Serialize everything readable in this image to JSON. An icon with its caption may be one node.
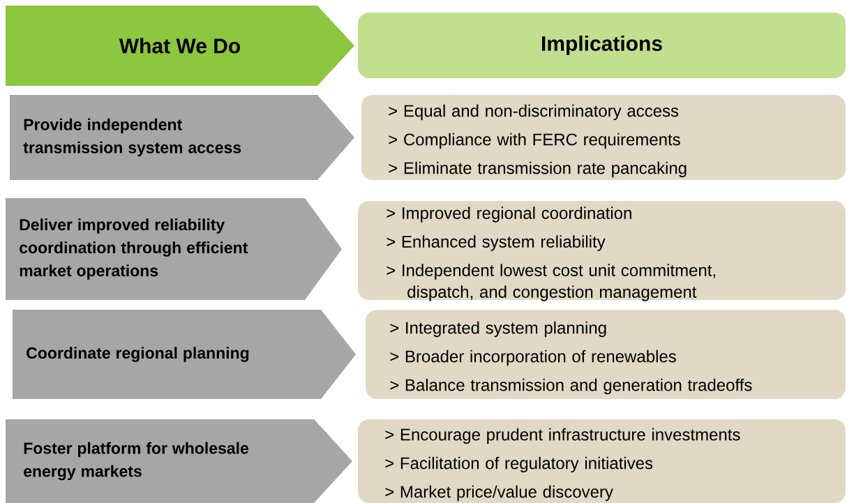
{
  "diagram": {
    "nodes": [
      {
        "text": [
          "What We Do"
        ]
      },
      {
        "text": [
          "Implications"
        ]
      },
      {
        "text": [
          "Provide independent transmission system access"
        ]
      },
      {
        "text": [
          "> Equal and non-discriminatory access",
          "> Compliance with FERC requirements",
          "> Eliminate transmission rate pancaking"
        ]
      },
      {
        "text": [
          "Deliver improved reliability coordination through efficient market operations"
        ]
      },
      {
        "text": [
          "> Improved regional coordination",
          "> Enhanced system reliability",
          "> Independent lowest cost unit commitment, dispatch, and congestion management"
        ]
      },
      {
        "text": [
          "Coordinate regional planning"
        ]
      },
      {
        "text": [
          "> Integrated system planning",
          "> Broader incorporation of renewables",
          "> Balance transmission and generation tradeoffs"
        ]
      },
      {
        "text": [
          "Foster platform for wholesale energy markets"
        ]
      },
      {
        "text": [
          "> Encourage prudent infrastructure investments",
          "> Facilitation of regulatory initiatives",
          "> Market price/value discovery"
        ]
      }
    ]
  }
}
